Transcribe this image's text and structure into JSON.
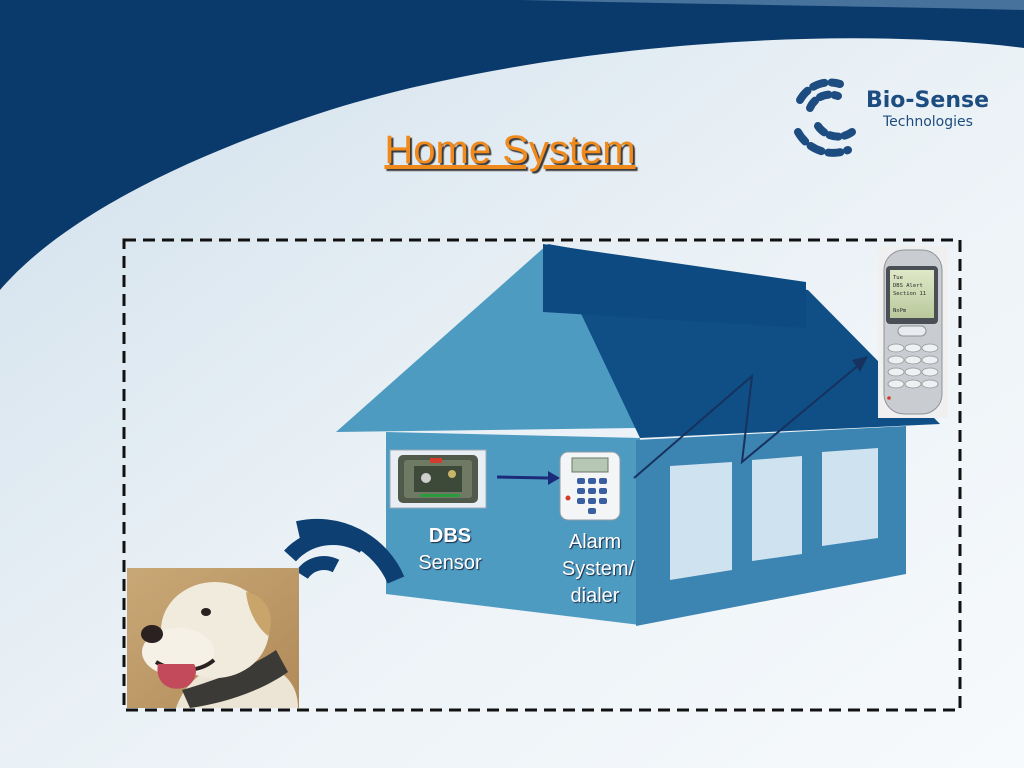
{
  "slide": {
    "title": "Home System",
    "logo": {
      "name": "Bio-Sense",
      "tagline": "Technologies"
    },
    "labels": {
      "dbs_title": "DBS",
      "dbs_sub": "Sensor",
      "alarm_line1": "Alarm",
      "alarm_line2": "System/",
      "alarm_line3": "dialer"
    },
    "phone_screen": [
      "Tue",
      "DBS Alert",
      "Section 11",
      "NxPm"
    ]
  },
  "colors": {
    "navy": "#0a3a6b",
    "house_roof": "#4e9bc2",
    "house_wall": "#3c84b2",
    "title_orange": "#f08a1c",
    "logo_blue": "#1d4c80"
  },
  "icons": {
    "sensor": "sensor-device-icon",
    "keypad": "alarm-keypad-icon",
    "phone": "mobile-phone-icon",
    "signal": "wireless-signal-icon",
    "dog": "dog-photo"
  }
}
